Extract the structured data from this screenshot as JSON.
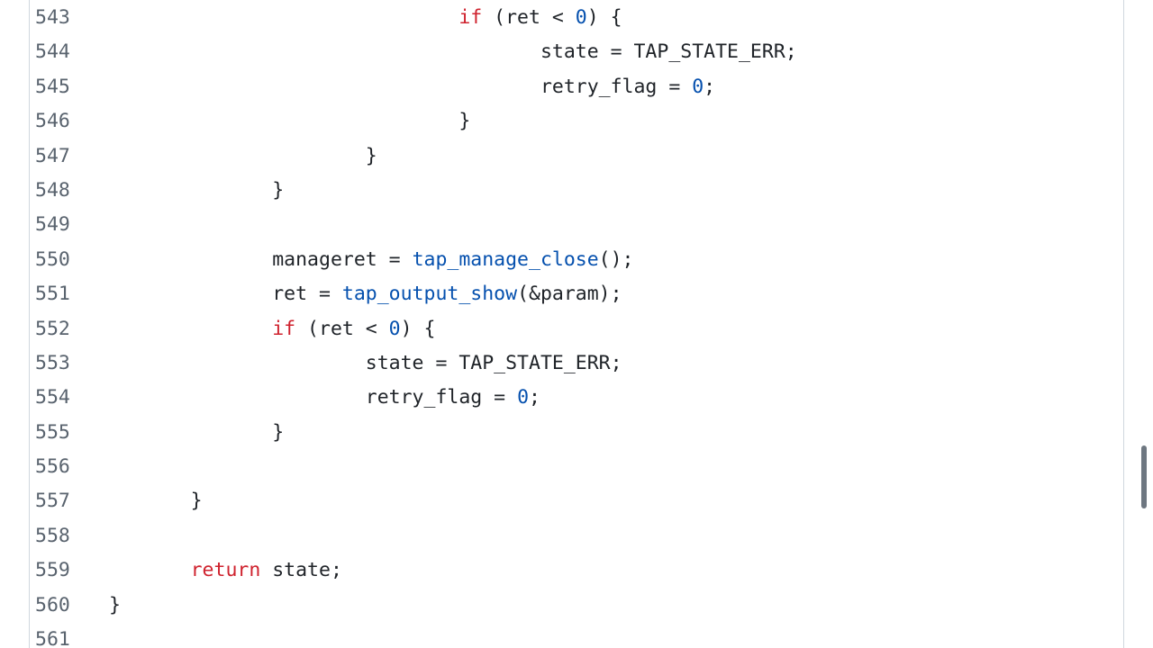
{
  "code": {
    "lines": [
      {
        "number": "543",
        "indent": "                              ",
        "tokens": [
          {
            "t": "kw",
            "v": "if"
          },
          {
            "t": "p",
            "v": " (ret < "
          },
          {
            "t": "num",
            "v": "0"
          },
          {
            "t": "p",
            "v": ") {"
          }
        ]
      },
      {
        "number": "544",
        "indent": "                                     ",
        "tokens": [
          {
            "t": "p",
            "v": "state = TAP_STATE_ERR;"
          }
        ]
      },
      {
        "number": "545",
        "indent": "                                     ",
        "tokens": [
          {
            "t": "p",
            "v": "retry_flag = "
          },
          {
            "t": "num",
            "v": "0"
          },
          {
            "t": "p",
            "v": ";"
          }
        ]
      },
      {
        "number": "546",
        "indent": "                              ",
        "tokens": [
          {
            "t": "p",
            "v": "}"
          }
        ]
      },
      {
        "number": "547",
        "indent": "                      ",
        "tokens": [
          {
            "t": "p",
            "v": "}"
          }
        ]
      },
      {
        "number": "548",
        "indent": "              ",
        "tokens": [
          {
            "t": "p",
            "v": "}"
          }
        ]
      },
      {
        "number": "549",
        "indent": "",
        "tokens": []
      },
      {
        "number": "550",
        "indent": "              ",
        "tokens": [
          {
            "t": "p",
            "v": "manageret = "
          },
          {
            "t": "fn",
            "v": "tap_manage_close"
          },
          {
            "t": "p",
            "v": "();"
          }
        ]
      },
      {
        "number": "551",
        "indent": "              ",
        "tokens": [
          {
            "t": "p",
            "v": "ret = "
          },
          {
            "t": "fn",
            "v": "tap_output_show"
          },
          {
            "t": "p",
            "v": "(&param);"
          }
        ]
      },
      {
        "number": "552",
        "indent": "              ",
        "tokens": [
          {
            "t": "kw",
            "v": "if"
          },
          {
            "t": "p",
            "v": " (ret < "
          },
          {
            "t": "num",
            "v": "0"
          },
          {
            "t": "p",
            "v": ") {"
          }
        ]
      },
      {
        "number": "553",
        "indent": "                      ",
        "tokens": [
          {
            "t": "p",
            "v": "state = TAP_STATE_ERR;"
          }
        ]
      },
      {
        "number": "554",
        "indent": "                      ",
        "tokens": [
          {
            "t": "p",
            "v": "retry_flag = "
          },
          {
            "t": "num",
            "v": "0"
          },
          {
            "t": "p",
            "v": ";"
          }
        ]
      },
      {
        "number": "555",
        "indent": "              ",
        "tokens": [
          {
            "t": "p",
            "v": "}"
          }
        ]
      },
      {
        "number": "556",
        "indent": "",
        "tokens": []
      },
      {
        "number": "557",
        "indent": "       ",
        "tokens": [
          {
            "t": "p",
            "v": "}"
          }
        ]
      },
      {
        "number": "558",
        "indent": "",
        "tokens": []
      },
      {
        "number": "559",
        "indent": "       ",
        "tokens": [
          {
            "t": "kw",
            "v": "return"
          },
          {
            "t": "p",
            "v": " state;"
          }
        ]
      },
      {
        "number": "560",
        "indent": "",
        "tokens": [
          {
            "t": "p",
            "v": "}"
          }
        ]
      },
      {
        "number": "561",
        "indent": "",
        "tokens": []
      }
    ]
  },
  "colors": {
    "keyword": "#cf222e",
    "function": "#0550ae",
    "number": "#0550ae",
    "text": "#1f2328",
    "line_number": "#59636e",
    "border": "#d0d7de",
    "scrollbar_thumb": "#6e7781"
  }
}
